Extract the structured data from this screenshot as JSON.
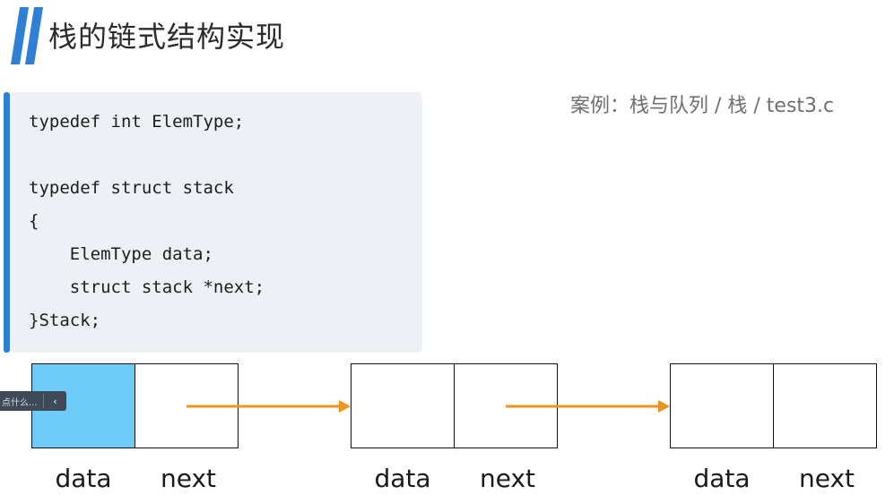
{
  "header": {
    "title": "栈的链式结构实现",
    "case_ref": "案例：栈与队列 / 栈 / test3.c"
  },
  "code": {
    "lines": [
      "typedef int ElemType;",
      "",
      "typedef struct stack",
      "{",
      "    ElemType data;",
      "    struct stack *next;",
      "}Stack;"
    ]
  },
  "diagram": {
    "nodes": [
      {
        "data_label": "data",
        "next_label": "next",
        "highlighted": true
      },
      {
        "data_label": "data",
        "next_label": "next",
        "highlighted": false
      },
      {
        "data_label": "data",
        "next_label": "next",
        "highlighted": false
      }
    ],
    "arrow_color": "#f0921e",
    "highlight_color": "#6ecbf7"
  },
  "overlay": {
    "text": "点什么...",
    "chevron": "‹"
  },
  "colors": {
    "accent": "#2f7fd4",
    "code_bg": "#edf1f6"
  }
}
